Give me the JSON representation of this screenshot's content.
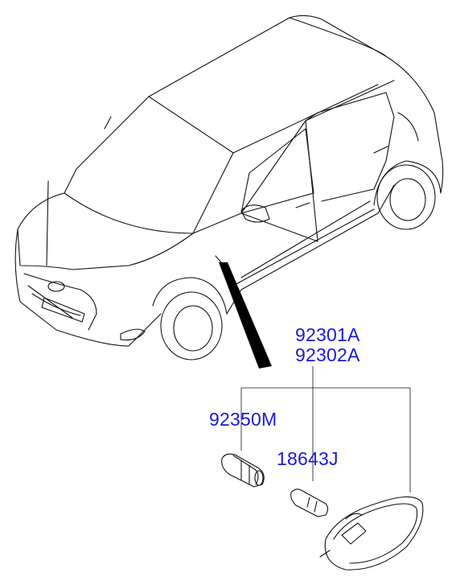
{
  "diagram": {
    "subject_icon": "car-outline-icon",
    "part_numbers": {
      "side_repeater_lh": "92301A",
      "side_repeater_rh": "92302A",
      "socket": "92350M",
      "bulb": "18643J"
    },
    "label_color": "#1a1ad6"
  }
}
